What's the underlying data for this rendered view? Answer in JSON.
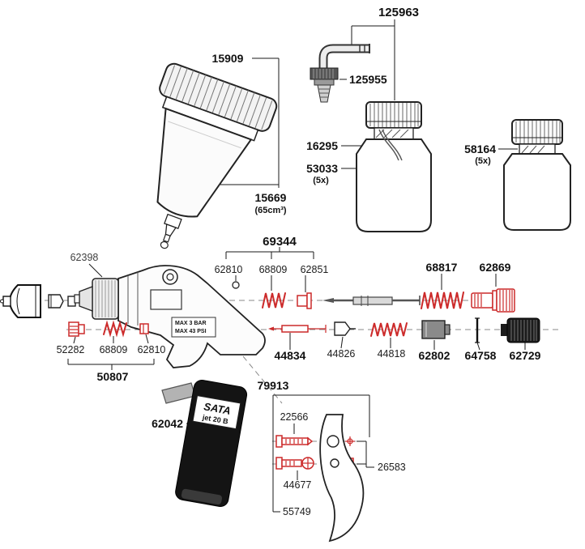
{
  "diagram": {
    "labels": {
      "p125963": "125963",
      "p15909": "15909",
      "p125955": "125955",
      "p16295": "16295",
      "p53033": "53033",
      "p53033_qty": "(5x)",
      "p58164": "58164",
      "p58164_qty": "(5x)",
      "p15669": "15669",
      "p15669_vol": "(65cm³)",
      "p69344": "69344",
      "p62810_a": "62810",
      "p68809_a": "68809",
      "p62851": "62851",
      "p68817": "68817",
      "p62869": "62869",
      "p62398": "62398",
      "p52282": "52282",
      "p68809_b": "68809",
      "p62810_b": "62810",
      "p50807": "50807",
      "p44834": "44834",
      "p44826": "44826",
      "p44818": "44818",
      "p62802": "62802",
      "p64758": "64758",
      "p62729": "62729",
      "p79913": "79913",
      "p22566": "22566",
      "p62042": "62042",
      "p26583": "26583",
      "p44677": "44677",
      "p55749": "55749"
    },
    "gun_markings": {
      "line1": "MAX 3 BAR",
      "line2": "MAX 43 PSI",
      "brand": "SATA",
      "model": "jet 20 B"
    },
    "colors": {
      "highlight": "#cc2a2a",
      "ink": "#1a1a1a"
    }
  }
}
